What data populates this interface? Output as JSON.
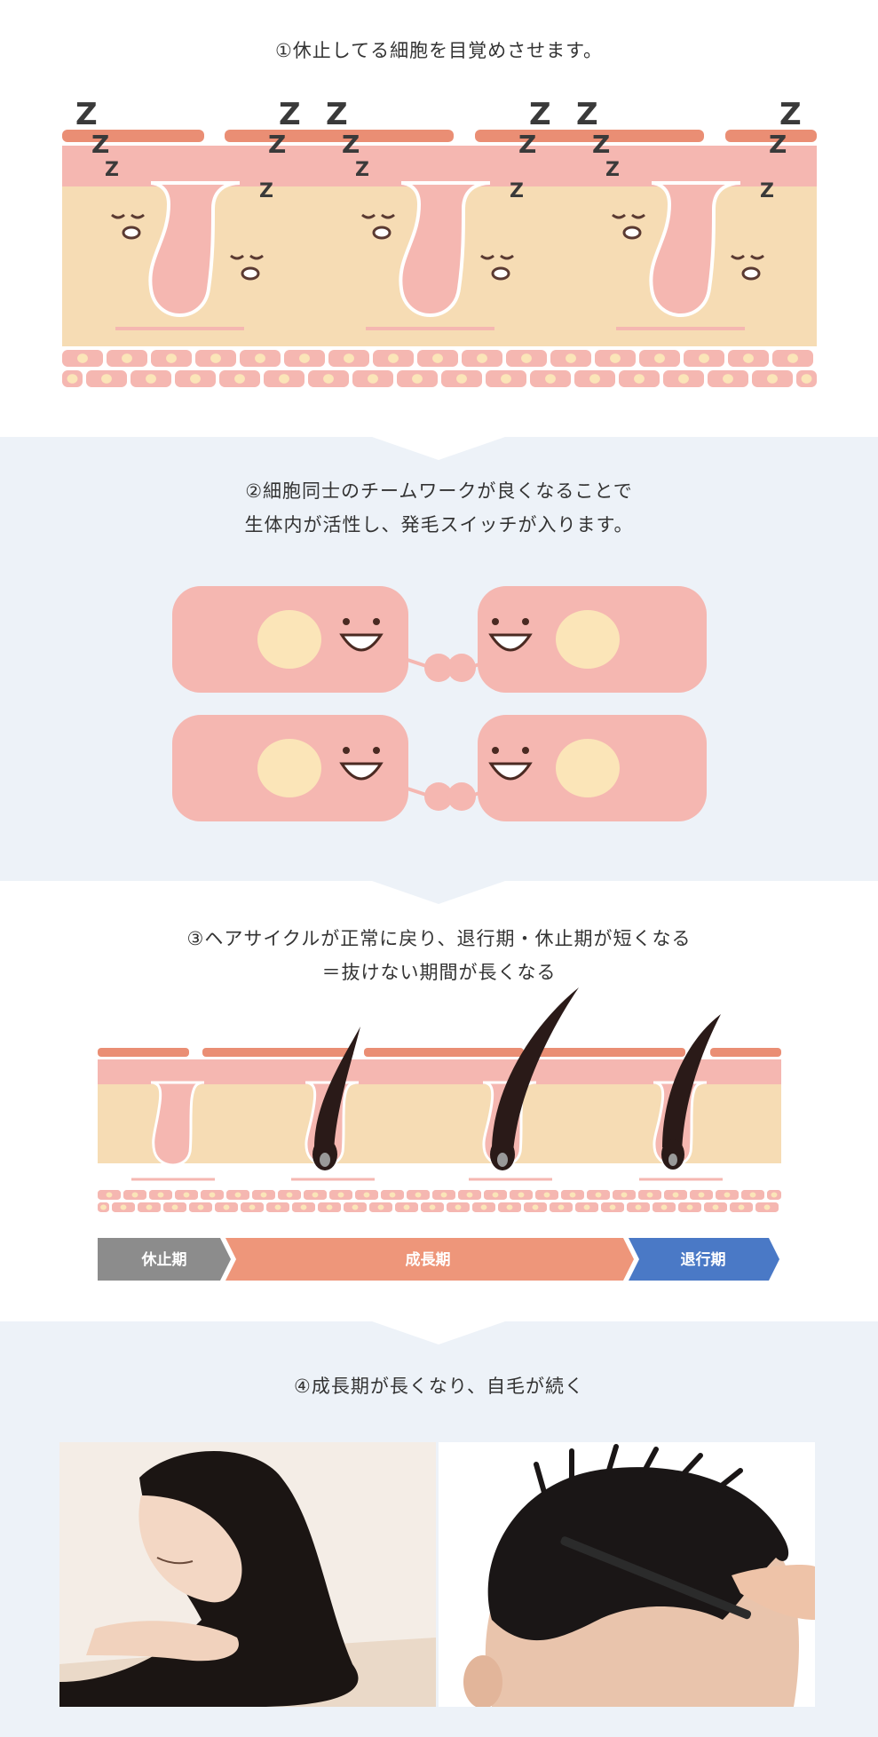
{
  "step1": {
    "caption": "①休止してる細胞を目覚めさせます。",
    "sleep_mark": "Z"
  },
  "step2": {
    "caption_line1": "②細胞同士のチームワークが良くなることで",
    "caption_line2": "生体内が活性し、発毛スイッチが入ります。"
  },
  "step3": {
    "caption_line1": "③ヘアサイクルが正常に戻り、退行期・休止期が短くなる",
    "caption_line2": "＝抜けない期間が長くなる",
    "phases": [
      {
        "label": "休止期",
        "color": "#8c8c8c"
      },
      {
        "label": "成長期",
        "color": "#ee967a"
      },
      {
        "label": "退行期",
        "color": "#4a79c6"
      }
    ]
  },
  "step4": {
    "caption": "④成長期が長くなり、自毛が続く"
  },
  "colors": {
    "skin_top": "#ea8e74",
    "skin_pink": "#f5b7b1",
    "skin_beige": "#f6dcb4",
    "cell_nucleus": "#fbe5b8",
    "section_bg": "#edf2f8",
    "hair": "#2a1a18"
  }
}
